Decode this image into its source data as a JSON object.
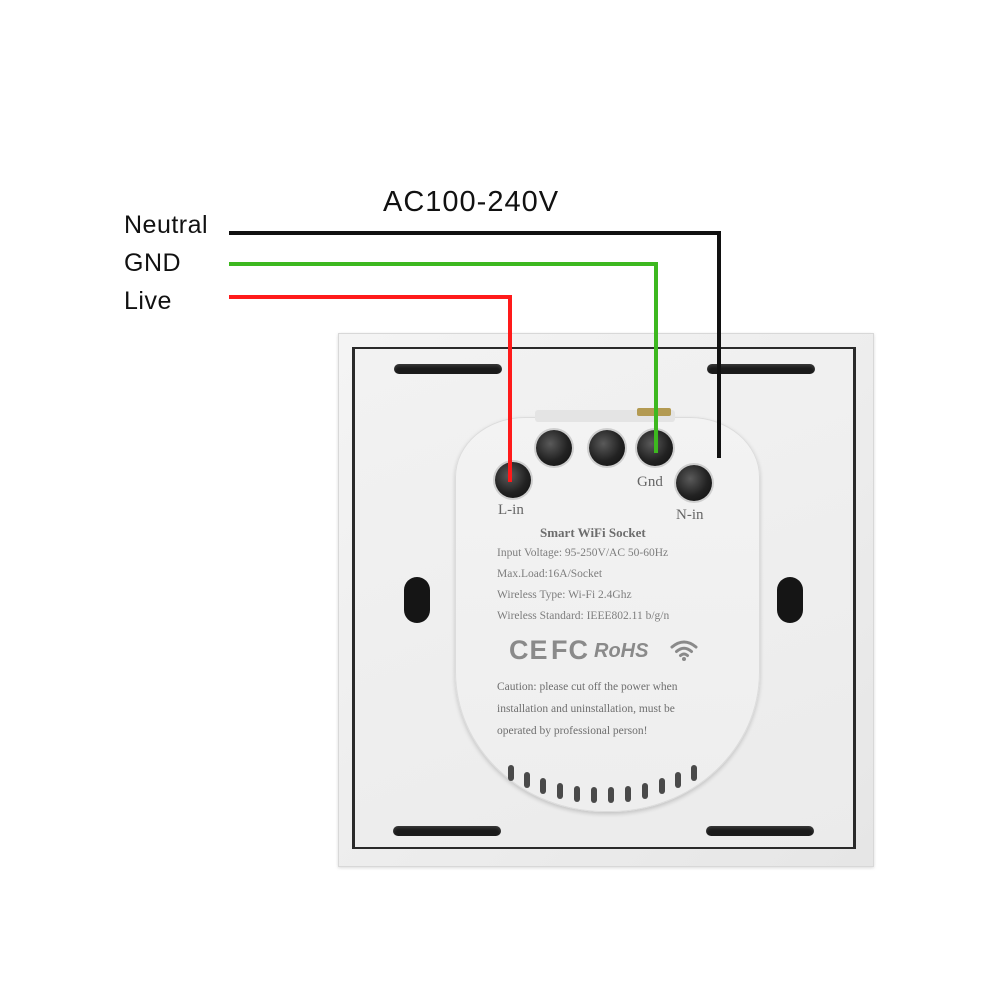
{
  "diagram": {
    "title": "AC100-240V",
    "wires": [
      {
        "label": "Neutral",
        "color": "#111111"
      },
      {
        "label": "GND",
        "color": "#3db81f"
      },
      {
        "label": "Live",
        "color": "#ff1a1a"
      }
    ]
  },
  "module": {
    "terminals": {
      "l_in": "L-in",
      "gnd": "Gnd",
      "n_in": "N-in"
    },
    "title": "Smart WiFi Socket",
    "specs": [
      "Input Voltage: 95-250V/AC 50-60Hz",
      "Max.Load:16A/Socket",
      "Wireless Type: Wi-Fi 2.4Ghz",
      "Wireless Standard: IEEE802.11 b/g/n"
    ],
    "certifications": {
      "ce": "CE",
      "fc": "FC",
      "rohs": "RoHS",
      "wifi_icon": "wifi-icon"
    },
    "caution": [
      "Caution: please cut off the power when",
      "installation and uninstallation, must be",
      "operated by professional person!"
    ]
  }
}
